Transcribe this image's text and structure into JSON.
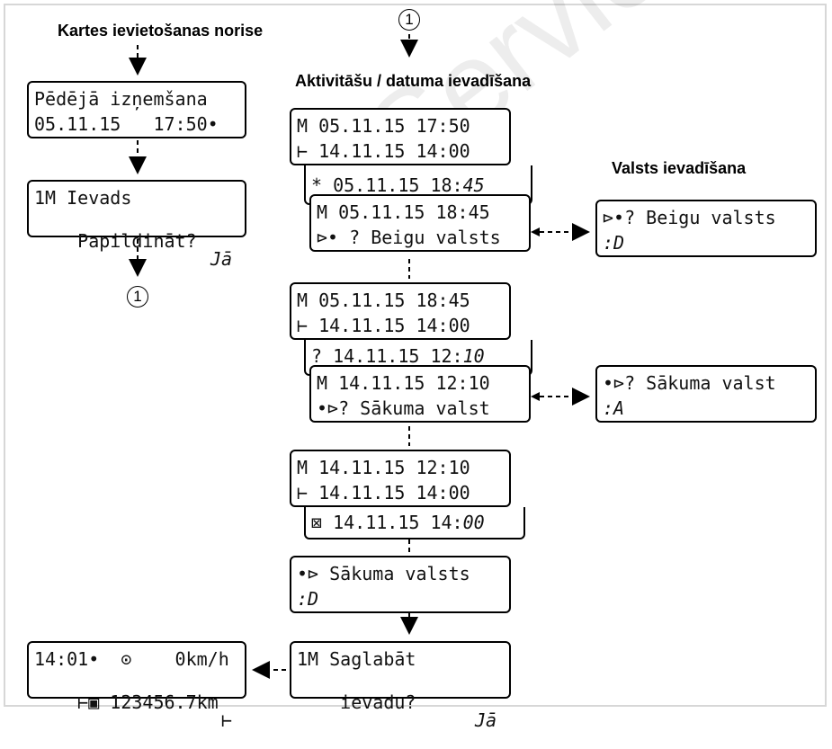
{
  "headings": {
    "card_insertion": "Kartes ievietošanas norise",
    "activity_entry": "Aktivitāšu / datuma ievadīšana",
    "country_entry": "Valsts ievadīšana"
  },
  "marker": "1",
  "left_displays": {
    "last_withdrawal": {
      "line1": "Pēdējā izņemšana",
      "line2": "05.11.15   17:50•"
    },
    "entry": {
      "line1": "1M Ievads",
      "line2_left": "Papildināt?",
      "line2_right": "Jā"
    },
    "standby": {
      "line1": "14:01•  ⊙    0km/h",
      "line2_left": "⊢▣ 123456.7km",
      "line2_right": "⊢"
    }
  },
  "block1": {
    "back1": "M 05.11.15 17:50",
    "back2": "⊢ 14.11.15 14:00",
    "back3_prefix": "* 05.11.15 18:",
    "back3_italic": "45",
    "front1": "M 05.11.15 18:45",
    "front2": "⊳• ? Beigu valsts"
  },
  "block2": {
    "back1": "M 05.11.15 18:45",
    "back2": "⊢ 14.11.15 14:00",
    "back3_prefix": "? 14.11.15 12:",
    "back3_italic": "10",
    "front1": "M 14.11.15 12:10",
    "front2": "•⊳? Sākuma valst"
  },
  "block3": {
    "back1": "M 14.11.15 12:10",
    "back2": "⊢ 14.11.15 14:00",
    "back3_prefix": "⊠ 14.11.15 14:",
    "back3_italic": "00"
  },
  "start_country": {
    "line1": "•⊳ Sākuma valsts",
    "line2": ":D"
  },
  "save": {
    "line1": "1M Saglabāt",
    "line2_left": "ievadu?",
    "line2_right": "Jā"
  },
  "side_displays": {
    "end_country": {
      "line1": "⊳•? Beigu valsts",
      "line2": ":D"
    },
    "start_country": {
      "line1": "•⊳? Sākuma valst",
      "line2": ":A"
    }
  },
  "watermark": "Service only"
}
